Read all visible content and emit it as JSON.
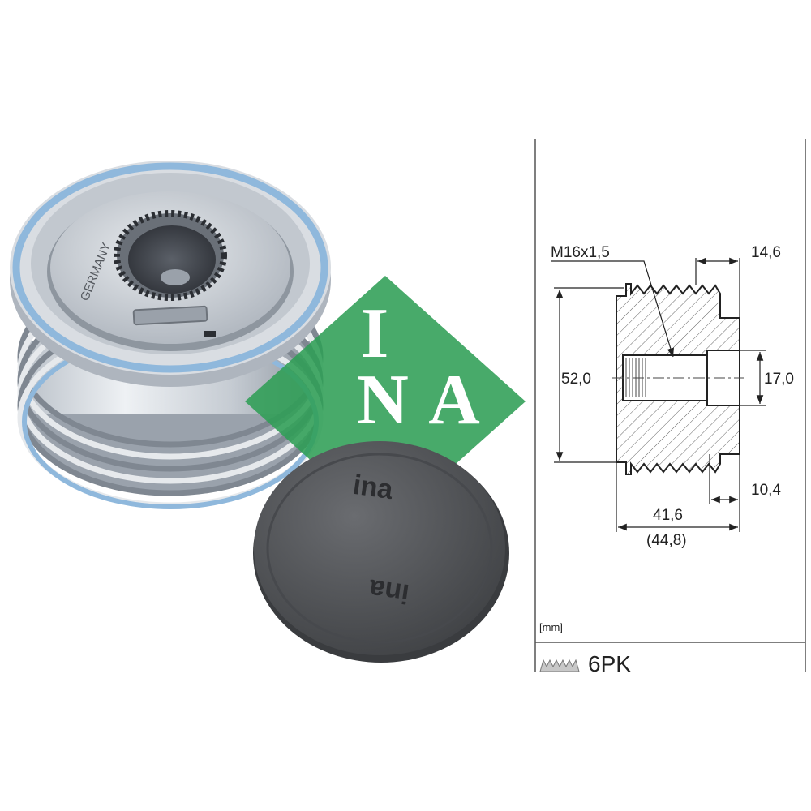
{
  "brand": {
    "logo_letters": [
      "I",
      "N",
      "A"
    ],
    "logo_color": "#2f9e55"
  },
  "product": {
    "part_name": "alternator-freewheel-pulley",
    "hub_marking": "GERMANY",
    "cap_marking": "ina"
  },
  "drawing": {
    "thread": "M16x1,5",
    "dim_outer_diameter": "52,0",
    "dim_bore_diameter": "17,0",
    "dim_top_width": "14,6",
    "dim_bottom_offset": "10,4",
    "dim_total_length": "41,6",
    "dim_total_length_alt": "(44,8)",
    "units": "[mm]",
    "belt_profile": "6PK"
  },
  "colors": {
    "metal_light": "#d8dde3",
    "metal_dark": "#8a929c",
    "blue_seal": "#8fb8dc",
    "cap": "#55575a"
  }
}
